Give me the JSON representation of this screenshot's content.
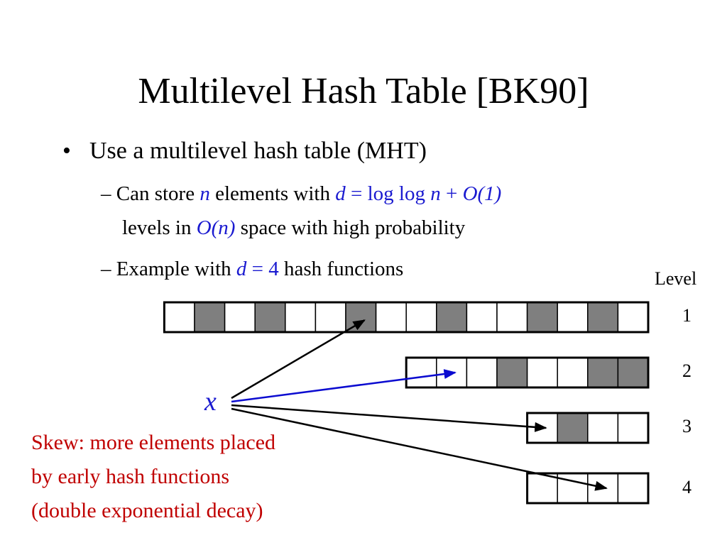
{
  "title": "Multilevel Hash Table [BK90]",
  "bullet": "Use a multilevel hash table (MHT)",
  "sub1": {
    "a": "Can store ",
    "n1": "n",
    "b": " elements with ",
    "d": "d",
    "eq": " = log log ",
    "n2": "n",
    "plus": " + ",
    "o1": "O(1)",
    "line2a": "levels in ",
    "on": "O(n)",
    "line2b": " space with high probability"
  },
  "sub2": {
    "a": "Example with ",
    "d": "d",
    "eq": " = 4",
    "b": " hash functions"
  },
  "level_header": "Level",
  "element_label": "x",
  "skew_text": [
    "Skew:  more elements placed",
    "by early hash functions",
    "(double exponential decay)"
  ],
  "colors": {
    "filled": "#7f7f7f",
    "empty": "#ffffff",
    "blue_arrow": "#0b0bd0",
    "black_arrow": "#000000"
  },
  "levels": [
    {
      "level": "1",
      "cells": [
        0,
        1,
        0,
        1,
        0,
        0,
        1,
        0,
        0,
        1,
        0,
        0,
        1,
        0,
        1,
        0
      ],
      "arrow_cell": 6,
      "arrow_color": "black"
    },
    {
      "level": "2",
      "cells": [
        0,
        0,
        0,
        1,
        0,
        0,
        1,
        1
      ],
      "arrow_cell": 1,
      "arrow_color": "blue"
    },
    {
      "level": "3",
      "cells": [
        0,
        1,
        0,
        0
      ],
      "arrow_cell": 0,
      "arrow_color": "black"
    },
    {
      "level": "4",
      "cells": [
        0,
        0,
        0,
        0
      ],
      "arrow_cell": 2,
      "arrow_color": "black"
    }
  ]
}
